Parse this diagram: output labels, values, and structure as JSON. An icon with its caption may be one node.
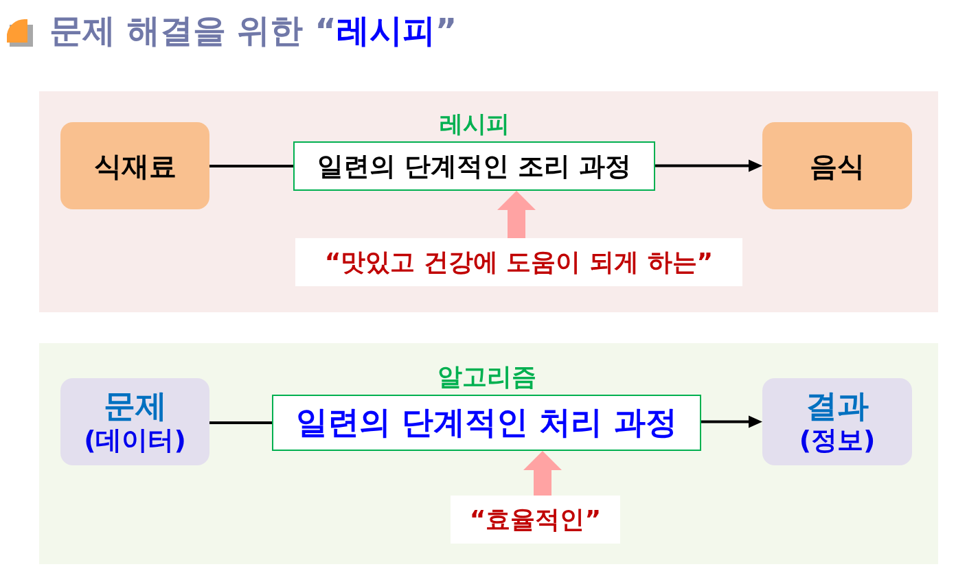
{
  "diagram": {
    "title": "문제 해결을 위한 “**레시피**”",
    "nodes": [
      {
        "text": [
          "식재료"
        ]
      },
      {
        "text": [
          "레시피",
          "일련의 단계적인 조리 과정"
        ]
      },
      {
        "text": [
          "음식"
        ]
      },
      {
        "text": [
          "“맛있고 건강에 도움이 되게 하는”"
        ]
      },
      {
        "text": [
          "문제",
          "(데이터)"
        ]
      },
      {
        "text": [
          "알고리즘",
          "일련의 단계적인 처리 과정"
        ]
      },
      {
        "text": [
          "결과",
          "(정보)"
        ]
      },
      {
        "text": [
          "“효율적인”"
        ]
      }
    ],
    "edges": [
      {
        "from": 0,
        "to": 1,
        "arrow": "none"
      },
      {
        "from": 1,
        "to": 2,
        "arrow": "to"
      },
      {
        "from": 3,
        "to": 1,
        "arrow": "to",
        "style": "thick",
        "color": "#ffa3a3"
      },
      {
        "from": 4,
        "to": 5,
        "arrow": "none"
      },
      {
        "from": 5,
        "to": 6,
        "arrow": "to"
      },
      {
        "from": 7,
        "to": 5,
        "arrow": "to",
        "style": "thick",
        "color": "#ffa3a3"
      }
    ]
  }
}
